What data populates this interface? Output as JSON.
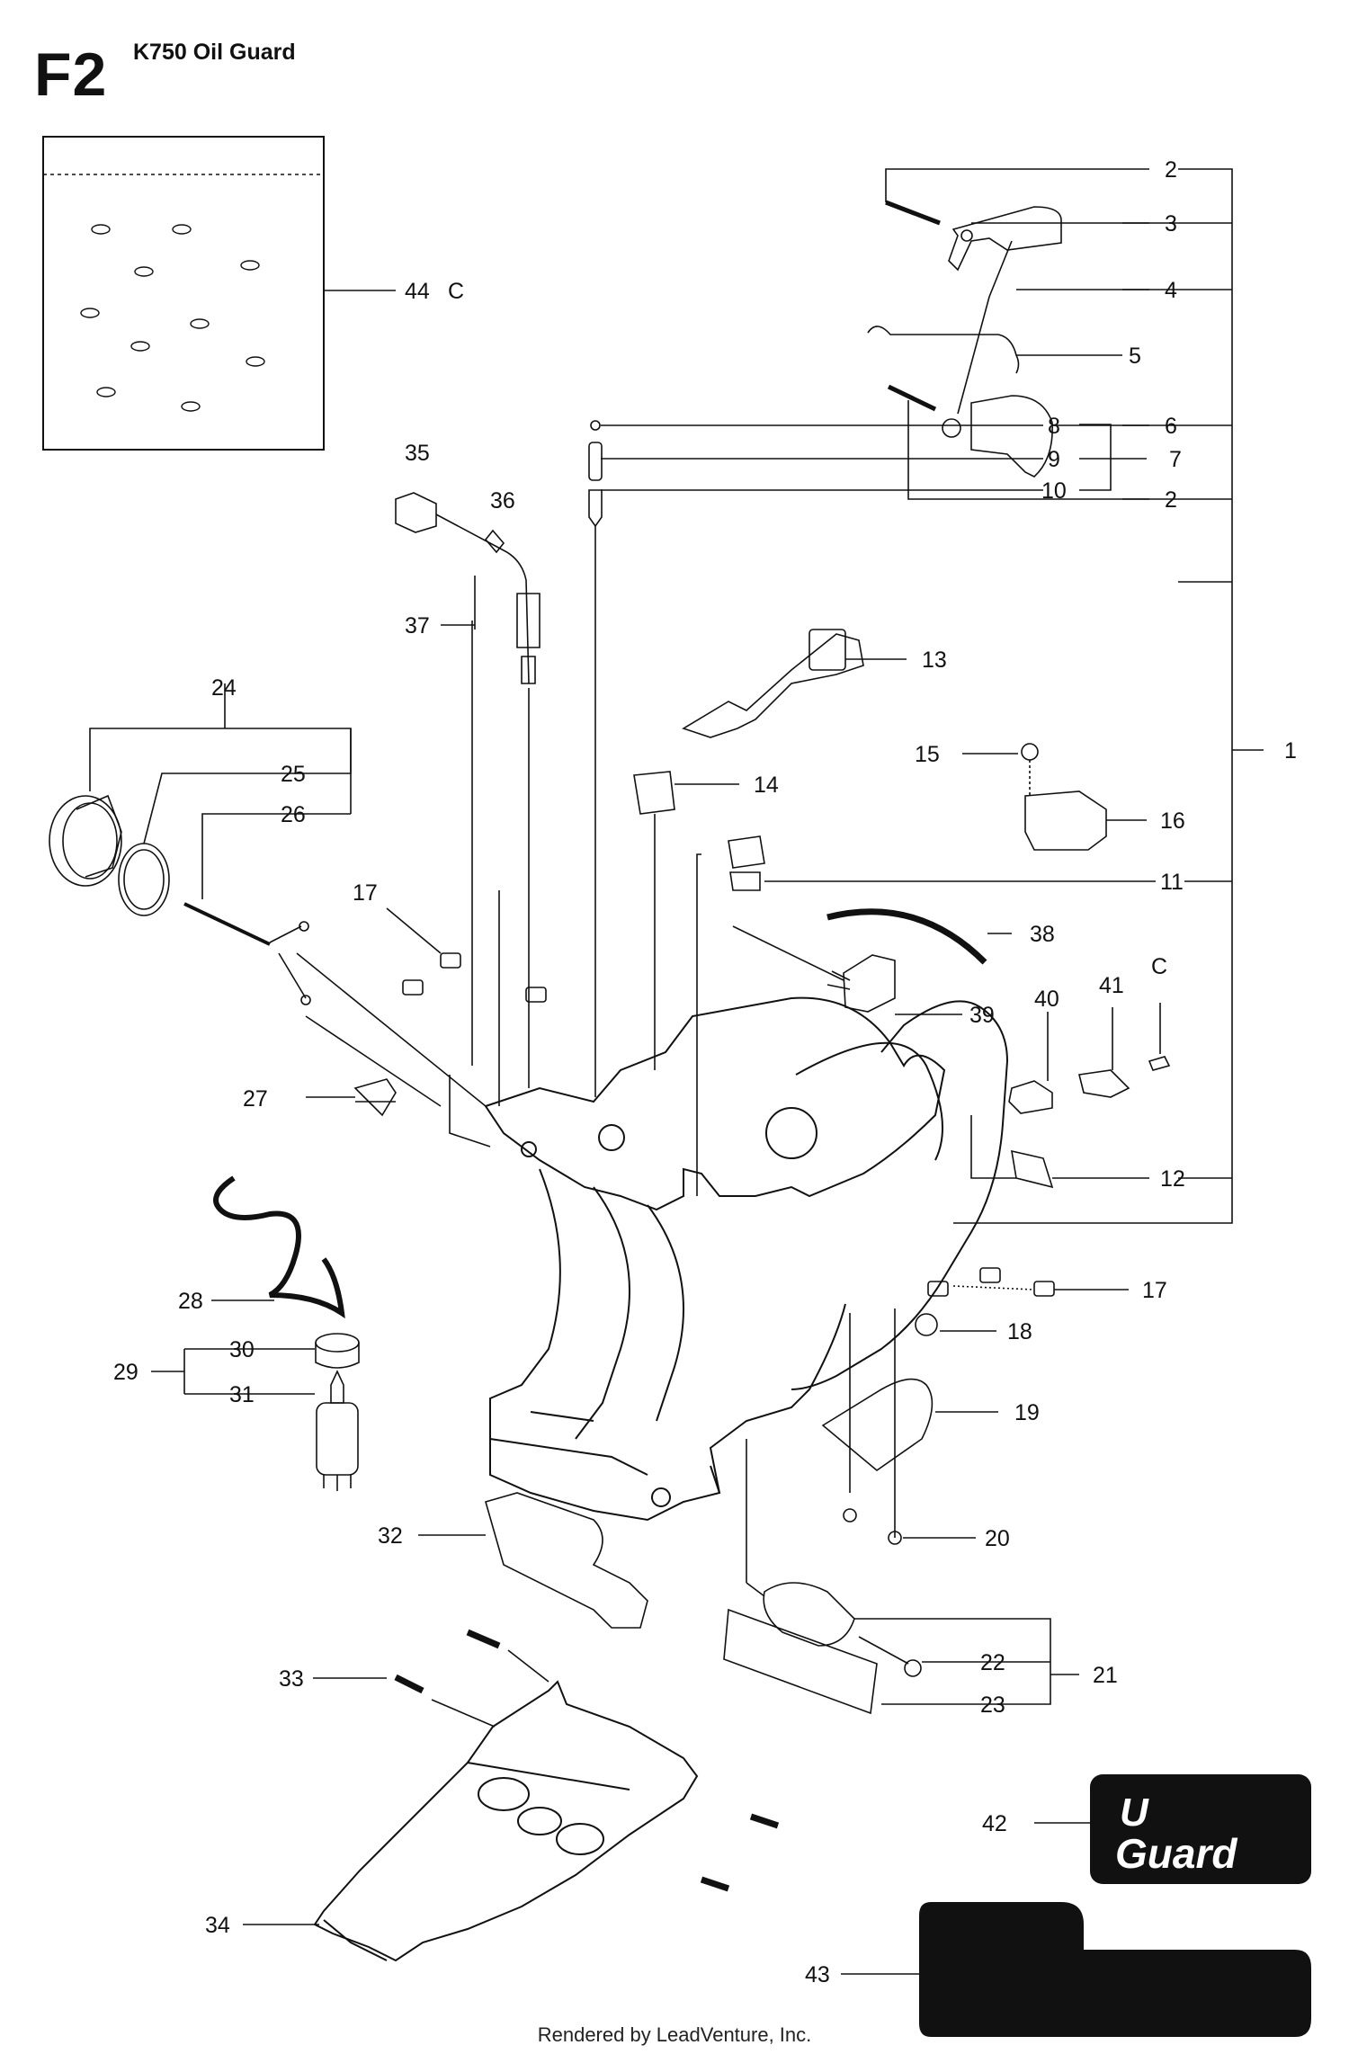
{
  "header": {
    "code": "F2",
    "title": "K750 Oil Guard"
  },
  "footer": {
    "text": "Rendered by LeadVenture, Inc."
  },
  "badge": {
    "line1": "U",
    "line2": "Guard"
  },
  "callouts": {
    "c1": "1",
    "c2a": "2",
    "c2b": "2",
    "c3": "3",
    "c4": "4",
    "c5": "5",
    "c6": "6",
    "c7": "7",
    "c8": "8",
    "c9": "9",
    "c10": "10",
    "c11": "11",
    "c12": "12",
    "c13": "13",
    "c14": "14",
    "c15": "15",
    "c16": "16",
    "c17a": "17",
    "c17b": "17",
    "c18": "18",
    "c19": "19",
    "c20": "20",
    "c21": "21",
    "c22": "22",
    "c23": "23",
    "c24": "24",
    "c25": "25",
    "c26": "26",
    "c27": "27",
    "c28": "28",
    "c29": "29",
    "c30": "30",
    "c31": "31",
    "c32": "32",
    "c33": "33",
    "c34": "34",
    "c35": "35",
    "c36": "36",
    "c37": "37",
    "c38": "38",
    "c39": "39",
    "c40": "40",
    "c41": "41",
    "c42": "42",
    "c43": "43",
    "c44": "44",
    "c44c": "C",
    "cC": "C"
  }
}
